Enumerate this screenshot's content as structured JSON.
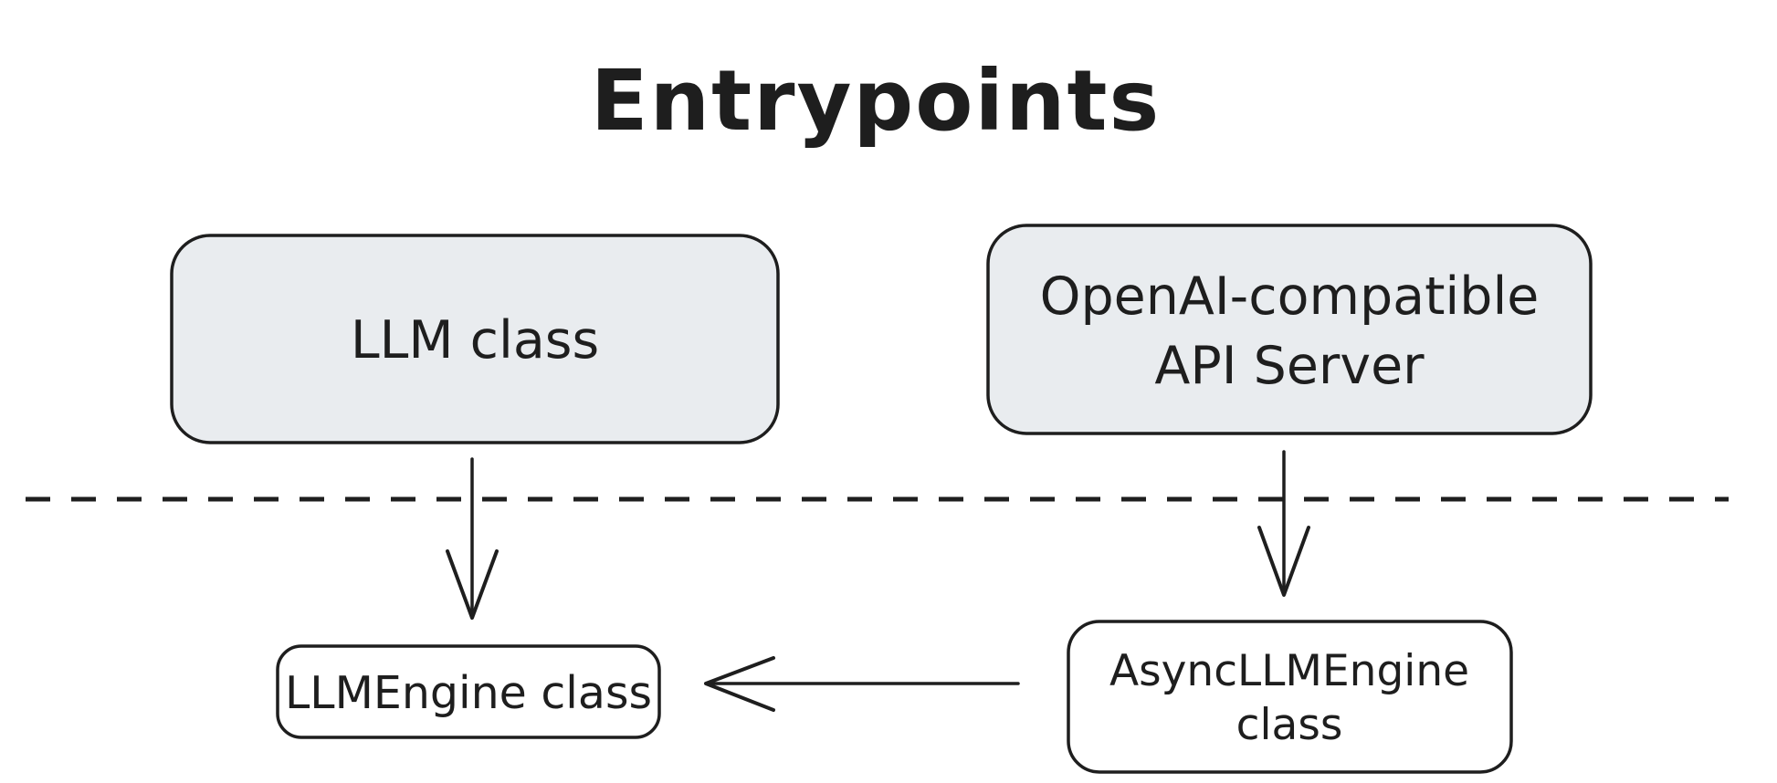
{
  "title": "Entrypoints",
  "colors": {
    "background": "#ffffff",
    "stroke": "#1e1e1e",
    "top_box_fill": "#e9ecef",
    "bottom_box_fill": "#ffffff"
  },
  "nodes": {
    "llm_class": {
      "label": "LLM class",
      "fill": "#e9ecef"
    },
    "openai_api_server": {
      "label_line1": "OpenAI-compatible",
      "label_line2": "API Server",
      "fill": "#e9ecef"
    },
    "llm_engine": {
      "label": "LLMEngine class",
      "fill": "#ffffff"
    },
    "async_llm_engine": {
      "label_line1": "AsyncLLMEngine",
      "label_line2": "class",
      "fill": "#ffffff"
    }
  },
  "edges": [
    {
      "from": "LLM class",
      "to": "LLMEngine class",
      "direction": "down"
    },
    {
      "from": "OpenAI-compatible API Server",
      "to": "AsyncLLMEngine class",
      "direction": "down"
    },
    {
      "from": "AsyncLLMEngine class",
      "to": "LLMEngine class",
      "direction": "left"
    }
  ],
  "divider": {
    "style": "dashed-horizontal"
  }
}
